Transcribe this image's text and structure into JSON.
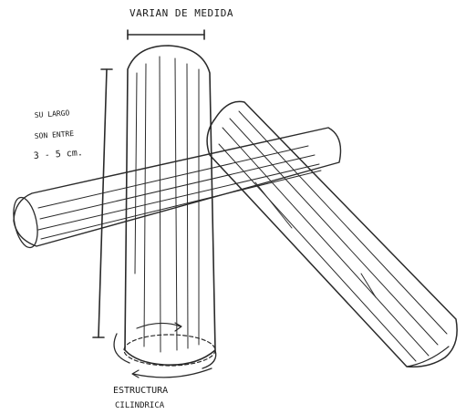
{
  "colors": {
    "ink": "#2a2a2a",
    "highlight_fill": "#f0dfe8",
    "paper": "#ffffff"
  },
  "labels": {
    "width_varies": "VARIAN DE MEDIDA",
    "length_line1": "SU LARGO",
    "length_line2": "SON ENTRE",
    "length_line3": "3 - 5 cm.",
    "shape_line1": "ESTRUCTURA",
    "shape_line2": "CILINDRICA"
  }
}
